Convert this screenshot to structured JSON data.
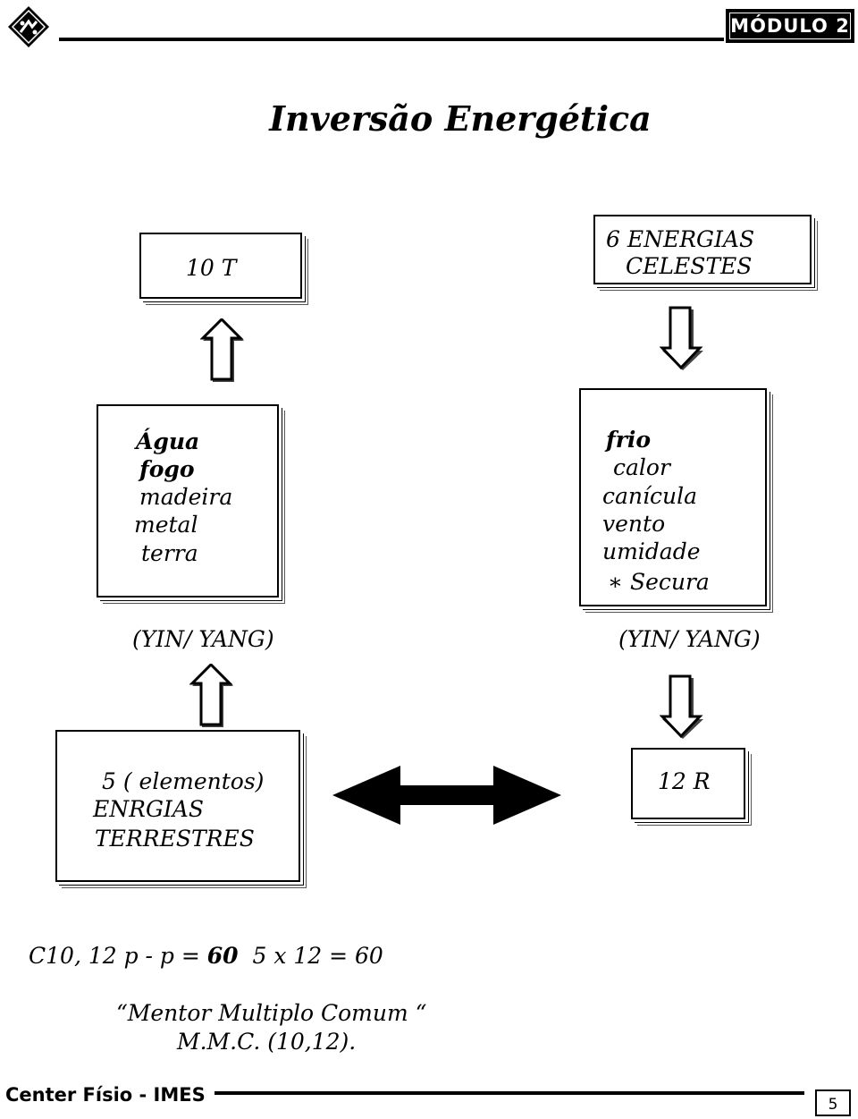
{
  "header": {
    "module_label": "MÓDULO 2"
  },
  "title": "Inversão Energética",
  "boxes": {
    "top_left": "10 T",
    "top_right": [
      "6 ENERGIAS",
      "CELESTES"
    ],
    "middle_left": [
      "Água",
      "fogo",
      "madeira",
      "metal",
      "terra"
    ],
    "middle_right": [
      "frio",
      "calor",
      "canícula",
      "vento",
      "umidade",
      "∗ Secura"
    ],
    "bottom_left": [
      "5 ( elementos)",
      "ENRGIAS",
      "TERRESTRES"
    ],
    "bottom_right": "12 R"
  },
  "labels": {
    "yin_yang_left": "(YIN/ YANG)",
    "yin_yang_right": "(YIN/ YANG)"
  },
  "formula": {
    "part1": "C10, 12 p - p = ",
    "result": "60",
    "part2": "  5 x 12 = 60"
  },
  "note": {
    "line1": "“Mentor Multiplo Comum “",
    "line2": "M.M.C. (10,12)."
  },
  "footer": {
    "left": "Center Físio - IMES",
    "page": "5"
  }
}
